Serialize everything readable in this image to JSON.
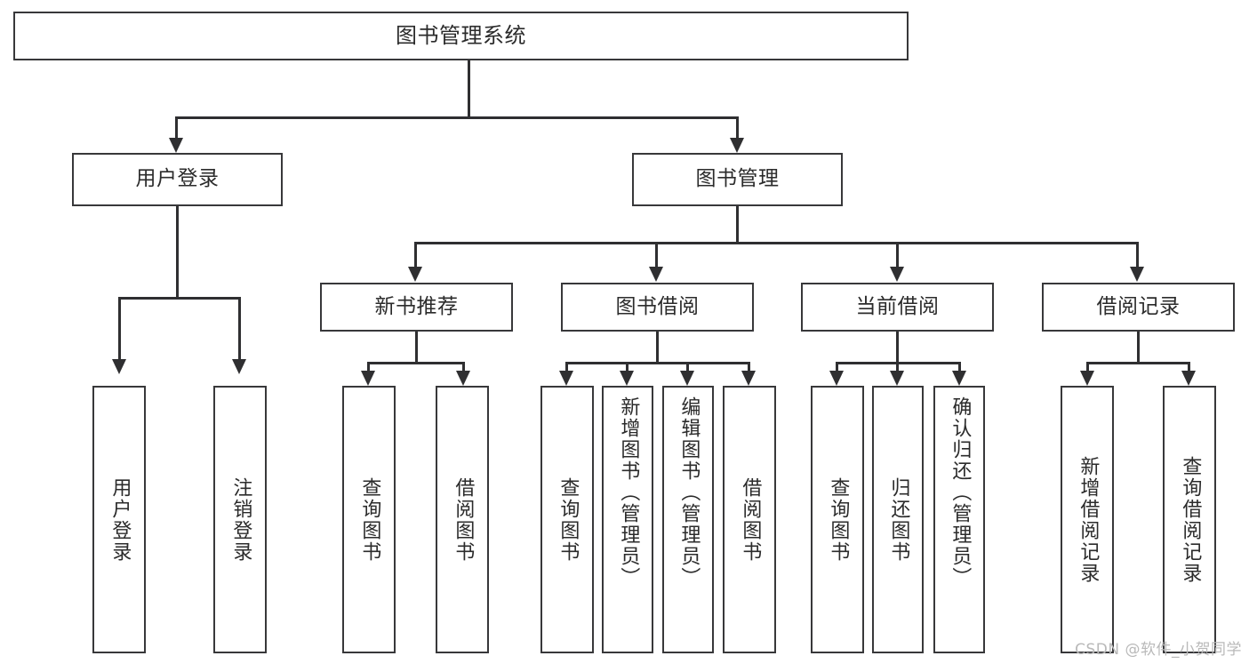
{
  "diagram": {
    "title": "图书管理系统",
    "watermark": "CSDN @软件_小贺同学",
    "accent_color": "#38383a",
    "line_color": "#2f2f31",
    "background": "#ffffff"
  },
  "nodes": {
    "root": {
      "label": "图书管理系统"
    },
    "level1": [
      {
        "label": "用户登录"
      },
      {
        "label": "图书管理"
      }
    ],
    "level2": [
      {
        "label": "新书推荐"
      },
      {
        "label": "图书借阅"
      },
      {
        "label": "当前借阅"
      },
      {
        "label": "借阅记录"
      }
    ],
    "leaves": {
      "user_login": [
        {
          "label": "用户登录"
        },
        {
          "label": "注销登录"
        }
      ],
      "new_book": [
        {
          "label": "查询图书"
        },
        {
          "label": "借阅图书"
        }
      ],
      "book_borrow": [
        {
          "label": "查询图书"
        },
        {
          "label": "新增图书（管理员）"
        },
        {
          "label": "编辑图书（管理员）"
        },
        {
          "label": "借阅图书"
        }
      ],
      "current_borrow": [
        {
          "label": "查询图书"
        },
        {
          "label": "归还图书"
        },
        {
          "label": "确认归还（管理员）"
        }
      ],
      "borrow_record": [
        {
          "label": "新增借阅记录"
        },
        {
          "label": "查询借阅记录"
        }
      ]
    }
  }
}
